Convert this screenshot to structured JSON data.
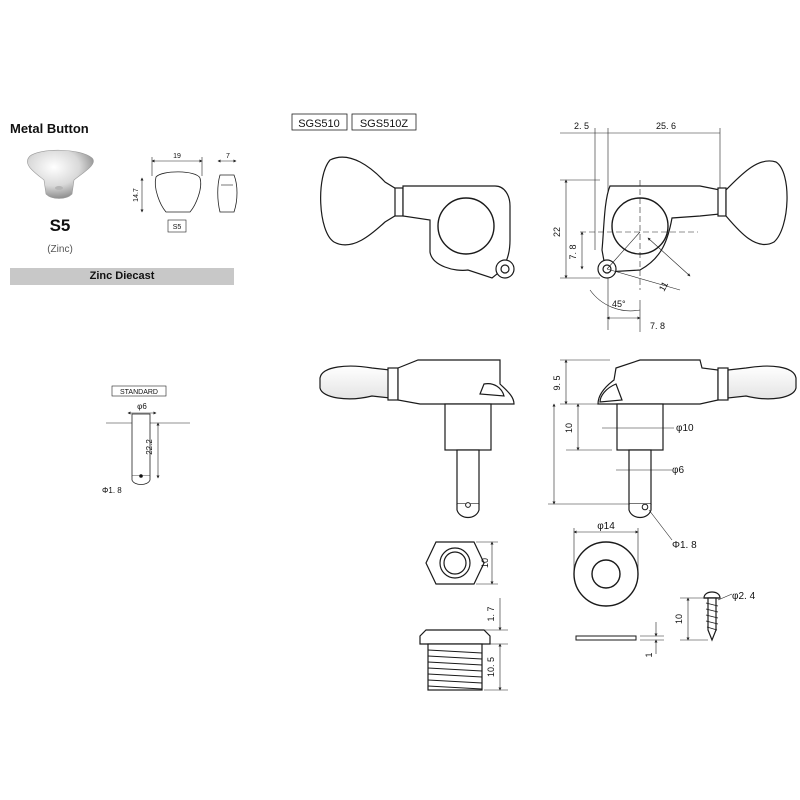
{
  "button": {
    "title": "Metal  Button",
    "model": "S5",
    "material": "(Zinc)",
    "band_label": "Zinc Diecast",
    "width_dim": "19",
    "thickness_dim": "7",
    "height_dim": "14.7",
    "tag": "S5"
  },
  "standard": {
    "label": "STANDARD",
    "shaft_dia": "φ6",
    "shaft_len": "22.2",
    "hole_dia": "Φ1. 8"
  },
  "models": [
    "SGS510",
    "SGS510Z"
  ],
  "front_view": {
    "offset": "2. 5",
    "length": "25. 6",
    "height": "22",
    "center_height": "7. 8",
    "diag": "11",
    "angle": "45°",
    "horiz": "7. 8"
  },
  "side_view": {
    "head": "9. 5",
    "post_len": "10",
    "post_dia": "φ10",
    "shaft_dia": "φ6",
    "hole_dia": "Φ1. 8"
  },
  "hardware": {
    "nut_height": "10",
    "washer_dia": "φ14",
    "bushing_flange": "1. 7",
    "bushing_thread": "10. 5",
    "washer_thk": "1",
    "screw_len": "10",
    "screw_dia": "φ2. 4"
  },
  "colors": {
    "band": "#c8c8c8",
    "metal_light": "#f4f4f4",
    "metal_dark": "#8f8f8f",
    "line": "#1a1a1a"
  }
}
